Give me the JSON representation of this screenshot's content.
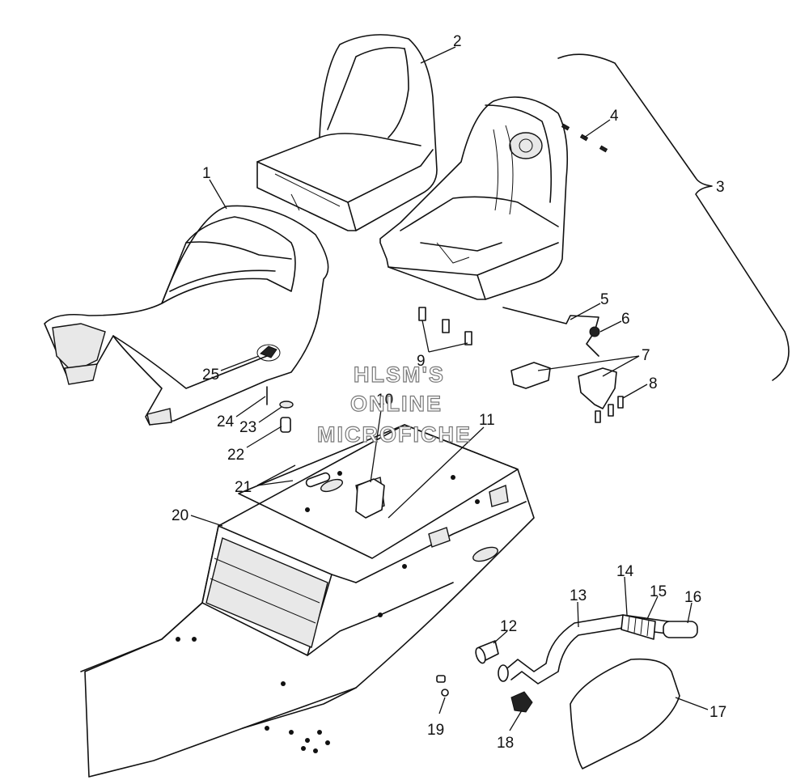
{
  "diagram": {
    "callouts": [
      {
        "id": "1",
        "label": "1"
      },
      {
        "id": "2",
        "label": "2"
      },
      {
        "id": "3",
        "label": "3"
      },
      {
        "id": "4",
        "label": "4"
      },
      {
        "id": "5",
        "label": "5"
      },
      {
        "id": "6",
        "label": "6"
      },
      {
        "id": "7",
        "label": "7"
      },
      {
        "id": "8",
        "label": "8"
      },
      {
        "id": "9",
        "label": "9"
      },
      {
        "id": "10",
        "label": "10"
      },
      {
        "id": "11",
        "label": "11"
      },
      {
        "id": "12",
        "label": "12"
      },
      {
        "id": "13",
        "label": "13"
      },
      {
        "id": "14",
        "label": "14"
      },
      {
        "id": "15",
        "label": "15"
      },
      {
        "id": "16",
        "label": "16"
      },
      {
        "id": "17",
        "label": "17"
      },
      {
        "id": "18",
        "label": "18"
      },
      {
        "id": "19",
        "label": "19"
      },
      {
        "id": "20",
        "label": "20"
      },
      {
        "id": "21",
        "label": "21"
      },
      {
        "id": "22",
        "label": "22"
      },
      {
        "id": "23",
        "label": "23"
      },
      {
        "id": "24",
        "label": "24"
      },
      {
        "id": "25",
        "label": "25"
      }
    ],
    "watermark": {
      "line1": "HLSM'S",
      "line2": "ONLINE",
      "line3": "MICROFICHE"
    }
  }
}
